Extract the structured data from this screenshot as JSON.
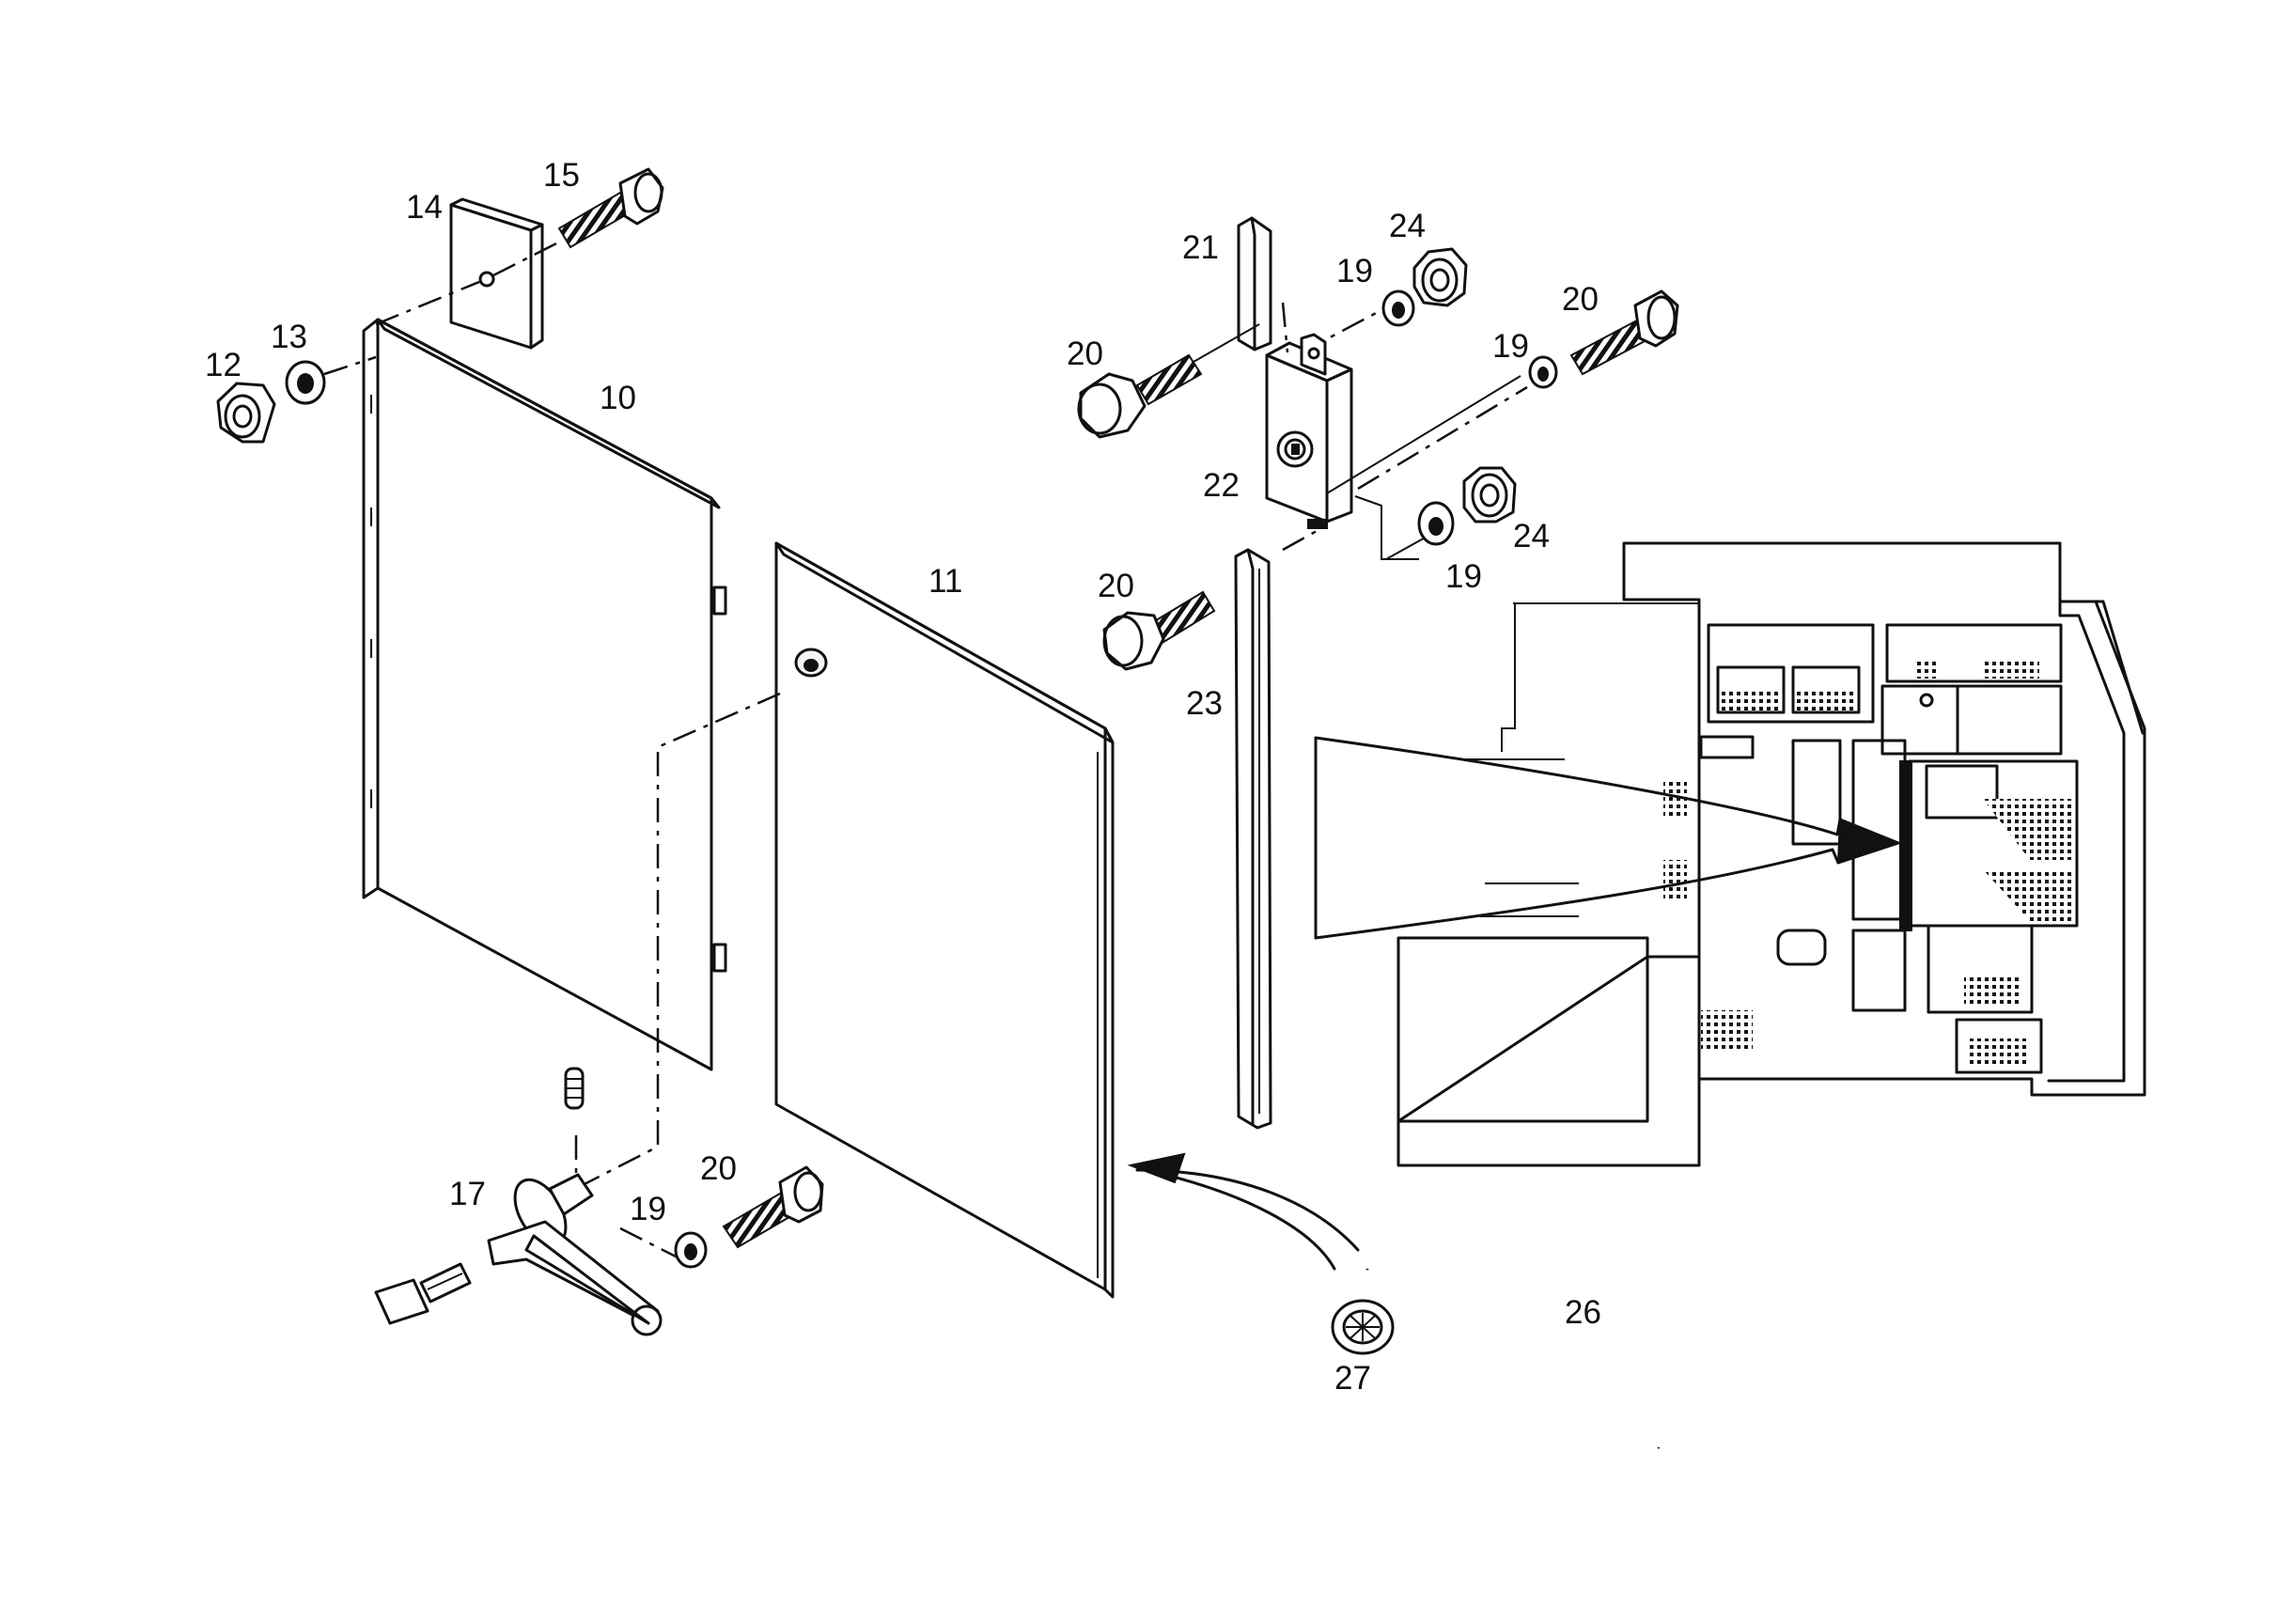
{
  "labels": {
    "p10": "10",
    "p11": "11",
    "p12": "12",
    "p13": "13",
    "p14": "14",
    "p15": "15",
    "p17": "17",
    "p19_a": "19",
    "p19_b": "19",
    "p19_c": "19",
    "p19_d": "19",
    "p20_a": "20",
    "p20_b": "20",
    "p20_c": "20",
    "p20_d": "20",
    "p21": "21",
    "p22": "22",
    "p23": "23",
    "p24_a": "24",
    "p24_b": "24",
    "p26": "26",
    "p27": "27"
  }
}
